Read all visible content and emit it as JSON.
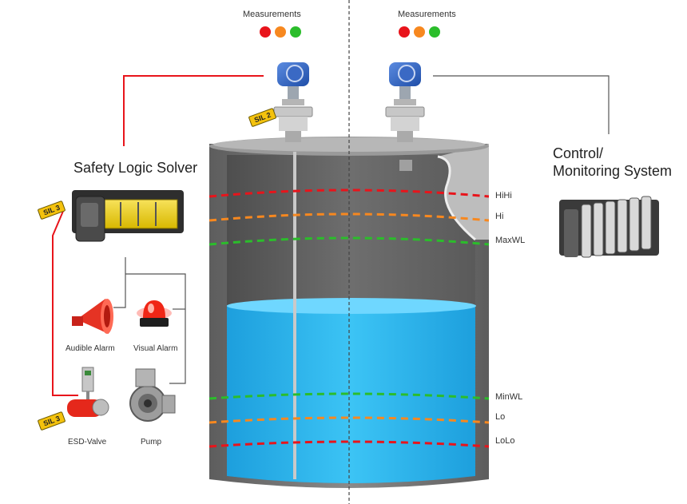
{
  "measurements": [
    {
      "label": "Measurements",
      "indicators": [
        "#e8141b",
        "#f7881f",
        "#2bbd2b"
      ]
    },
    {
      "label": "Measurements",
      "indicators": [
        "#e8141b",
        "#f7881f",
        "#2bbd2b"
      ]
    }
  ],
  "safety_logic_solver": {
    "title": "Safety Logic Solver",
    "sil": "SIL 3"
  },
  "control_system": {
    "title_line1": "Control/",
    "title_line2": "Monitoring System"
  },
  "transmitter": {
    "sil": "SIL 2"
  },
  "levels": [
    {
      "label": "HiHi",
      "color": "#e8141b"
    },
    {
      "label": "Hi",
      "color": "#f7881f"
    },
    {
      "label": "MaxWL",
      "color": "#2bbd2b"
    },
    {
      "label": "MinWL",
      "color": "#2bbd2b"
    },
    {
      "label": "Lo",
      "color": "#f7881f"
    },
    {
      "label": "LoLo",
      "color": "#e8141b"
    }
  ],
  "devices": {
    "audible_alarm": "Audible Alarm",
    "visual_alarm": "Visual Alarm",
    "esd_valve": "ESD-Valve",
    "esd_sil": "SIL 3",
    "pump": "Pump"
  },
  "colors": {
    "safety_line": "#e8141b",
    "control_line": "#555555",
    "liquid": "#29b6f0",
    "tank": "#6d6d6d"
  }
}
